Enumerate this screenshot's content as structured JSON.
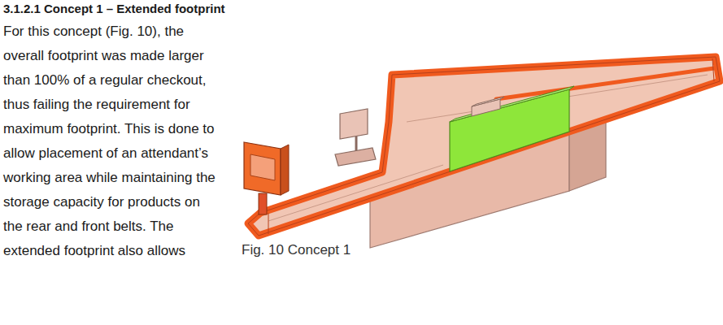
{
  "diagram": {
    "title": "3.1.2.1 Concept 1 – Extended footprint",
    "caption": "Fig. 10 Concept 1",
    "labels": [
      "For this concept (Fig. 10), the overall footprint was made larger than 100% of a regular checkout, thus failing the requirement for maximum footprint. This is done to allow placement of an attendant’s working area while maintaining the storage capacity for products on the rear and front belts. The extended footprint also allows"
    ]
  }
}
